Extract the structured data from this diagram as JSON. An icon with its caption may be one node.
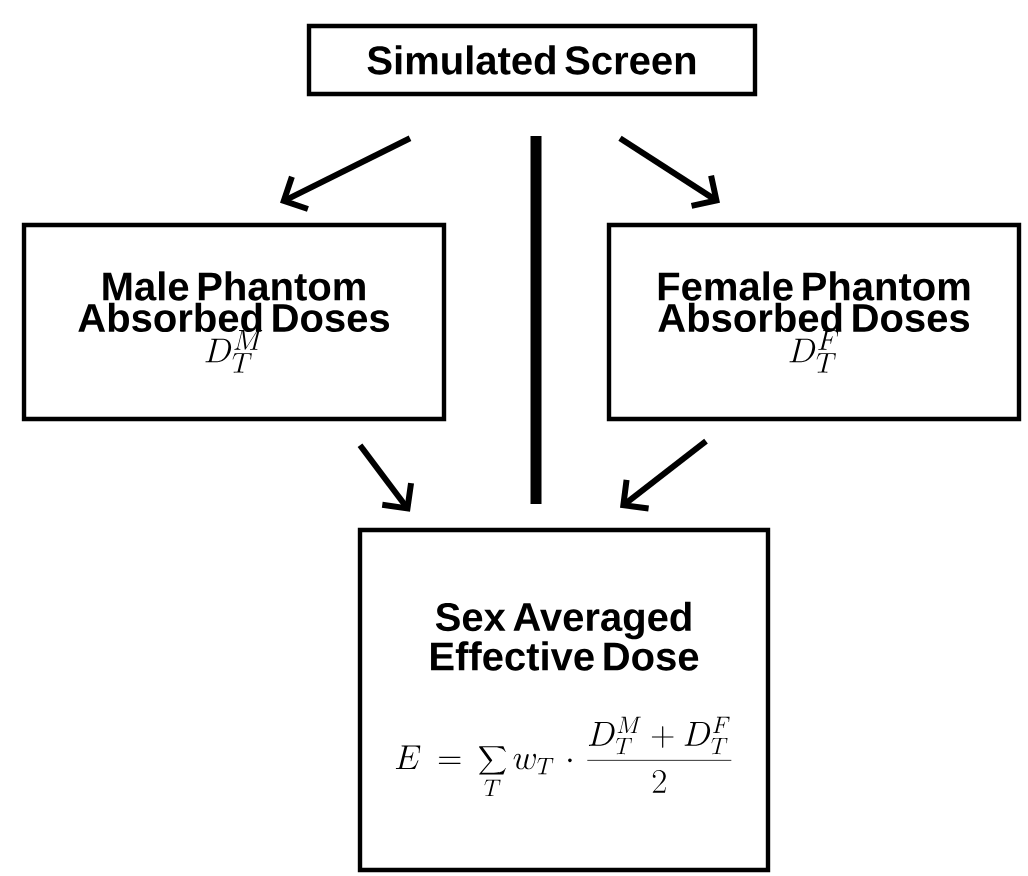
{
  "diagram": {
    "nodes": [
      {
        "text": [
          "Simulated Screen"
        ]
      },
      {
        "text": [
          "Male Phantom Absorbed Doses",
          "D_T^M"
        ]
      },
      {
        "text": [
          "Female Phantom Absorbed Doses",
          "D_T^F"
        ]
      },
      {
        "text": [
          "Sex Averaged Effective Dose",
          "E = \\sum_T w_T \\cdot \\frac{D_T^M + D_T^F}{2}"
        ]
      }
    ],
    "edges": [
      {
        "from": 0,
        "to": 1,
        "arrow": "to"
      },
      {
        "from": 0,
        "to": 2,
        "arrow": "to"
      },
      {
        "from": 1,
        "to": 3,
        "arrow": "to"
      },
      {
        "from": 2,
        "to": 3,
        "arrow": "to"
      }
    ]
  }
}
